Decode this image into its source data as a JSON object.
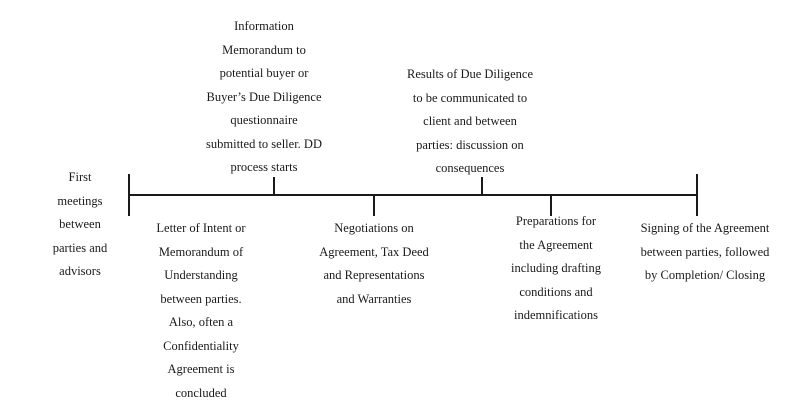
{
  "timeline": {
    "stages": [
      {
        "id": "first-meetings",
        "lines": [
          "First",
          "meetings",
          "between",
          "parties and",
          "advisors"
        ]
      },
      {
        "id": "letter-of-intent",
        "lines": [
          "Letter of Intent or",
          "Memorandum of",
          "Understanding",
          "between parties.",
          "Also, often a",
          "Confidentiality",
          "Agreement is",
          "concluded"
        ]
      },
      {
        "id": "information-memorandum",
        "lines": [
          "Information",
          "Memorandum to",
          "potential buyer or",
          "Buyer’s Due Diligence",
          "questionnaire",
          "submitted to seller. DD",
          "process starts"
        ]
      },
      {
        "id": "negotiations",
        "lines": [
          "Negotiations on",
          "Agreement, Tax Deed",
          "and Representations",
          "and Warranties"
        ]
      },
      {
        "id": "due-diligence-results",
        "lines": [
          "Results of Due Diligence",
          "to be communicated to",
          "client and between",
          "parties: discussion on",
          "consequences"
        ]
      },
      {
        "id": "preparations",
        "lines": [
          "Preparations for",
          "the Agreement",
          "including drafting",
          "conditions and",
          "indemnifications"
        ]
      },
      {
        "id": "signing",
        "lines": [
          "Signing of the Agreement",
          "between parties, followed",
          "by Completion/ Closing"
        ]
      }
    ]
  }
}
